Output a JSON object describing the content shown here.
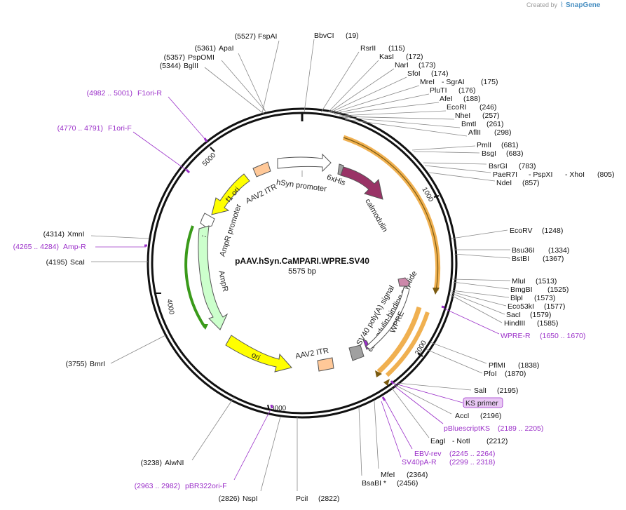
{
  "credit": {
    "prefix": "Created by",
    "brand": "SnapGene"
  },
  "plasmid": {
    "name": "pAAV.hSyn.CaMPARI.WPRE.SV40",
    "length": "5575 bp"
  },
  "ticks": [
    "1000",
    "2000",
    "3000",
    "4000",
    "5000"
  ],
  "sites_left": [
    {
      "pos": "(5527)",
      "name": "FspAI"
    },
    {
      "pos": "(5361)",
      "name": "ApaI"
    },
    {
      "pos": "(5357)",
      "name": "PspOMI"
    },
    {
      "pos": "(5344)",
      "name": "BglII"
    },
    {
      "pos": "(4314)",
      "name": "XmnI"
    },
    {
      "pos": "(4195)",
      "name": "ScaI"
    },
    {
      "pos": "(3755)",
      "name": "BmrI"
    },
    {
      "pos": "(3238)",
      "name": "AlwNI"
    },
    {
      "pos": "(2826)",
      "name": "NspI"
    }
  ],
  "sites_right": [
    {
      "name": "BbvCI",
      "pos": "(19)"
    },
    {
      "name": "RsrII",
      "pos": "(115)"
    },
    {
      "name": "KasI",
      "pos": "(172)"
    },
    {
      "name": "NarI",
      "pos": "(173)"
    },
    {
      "name": "SfoI",
      "pos": "(174)"
    },
    {
      "name": "MreI",
      "name2": "- SgrAI",
      "pos": "(175)"
    },
    {
      "name": "PluTI",
      "pos": "(176)"
    },
    {
      "name": "AfeI",
      "pos": "(188)"
    },
    {
      "name": "EcoRI",
      "pos": "(246)"
    },
    {
      "name": "NheI",
      "pos": "(257)"
    },
    {
      "name": "BmtI",
      "pos": "(261)"
    },
    {
      "name": "AflII",
      "pos": "(298)"
    },
    {
      "name": "PmlI",
      "pos": "(681)"
    },
    {
      "name": "BsgI",
      "pos": "(683)"
    },
    {
      "name": "BsrGI",
      "pos": "(783)"
    },
    {
      "name": "PaeR7I",
      "name2": "- PspXI",
      "name3": "- XhoI",
      "pos": "(805)"
    },
    {
      "name": "NdeI",
      "pos": "(857)"
    },
    {
      "name": "EcoRV",
      "pos": "(1248)"
    },
    {
      "name": "Bsu36I",
      "pos": "(1334)"
    },
    {
      "name": "BstBI",
      "pos": "(1367)"
    },
    {
      "name": "MluI",
      "pos": "(1513)"
    },
    {
      "name": "BmgBI",
      "pos": "(1525)"
    },
    {
      "name": "BlpI",
      "pos": "(1573)"
    },
    {
      "name": "Eco53kI",
      "pos": "(1577)"
    },
    {
      "name": "SacI",
      "pos": "(1579)"
    },
    {
      "name": "HindIII",
      "pos": "(1585)"
    },
    {
      "name": "PflMI",
      "pos": "(1838)"
    },
    {
      "name": "PfoI",
      "pos": "(1870)"
    },
    {
      "name": "SalI",
      "pos": "(2195)"
    },
    {
      "name": "AccI",
      "pos": "(2196)"
    },
    {
      "name": "EagI",
      "name2": "- NotI",
      "pos": "(2212)"
    },
    {
      "name": "MfeI",
      "pos": "(2364)"
    },
    {
      "name": "BsaBI *",
      "pos": "(2456)"
    },
    {
      "name": "PciI",
      "pos": "(2822)"
    }
  ],
  "primers": [
    {
      "pos": "(4982 .. 5001)",
      "name": "F1ori-R"
    },
    {
      "pos": "(4770 .. 4791)",
      "name": "F1ori-F"
    },
    {
      "pos": "(4265 .. 4284)",
      "name": "Amp-R"
    },
    {
      "name": "WPRE-R",
      "pos": "(1650 .. 1670)"
    },
    {
      "name": "pBluescriptKS",
      "pos": "(2189 .. 2205)"
    },
    {
      "name": "EBV-rev",
      "pos": "(2245 .. 2264)"
    },
    {
      "name": "SV40pA-R",
      "pos": "(2299 .. 2318)"
    },
    {
      "pos": "(2963 .. 2982)",
      "name": "pBR322ori-F"
    }
  ],
  "ks_primer": "KS primer",
  "features": {
    "hsyn": "hSyn promoter",
    "his": "6xHis",
    "calmodulin": "calmodulin",
    "aav_itr_top": "AAV2 ITR",
    "f1ori": "f1 ori",
    "ampr_promoter": "AmpR promoter",
    "ampr": "AmpR",
    "ori": "ori",
    "aav_itr_bottom": "AAV2 ITR",
    "cbp": "calmodulin-binding peptide",
    "sv40": "SV40 poly(A) signal",
    "wpre": "WPRE"
  },
  "colors": {
    "backbone": "#111111",
    "primer": "#9b30c9",
    "promoter_fill": "#ffffff",
    "itr": "#ffc898",
    "f1ori": "#ffff00",
    "ampr": "#ccffcc",
    "ampr_border": "#3a9a1a",
    "calmodulin": "#993366",
    "orf_arc": "#f0b050",
    "tag": "#a0a0a0"
  }
}
